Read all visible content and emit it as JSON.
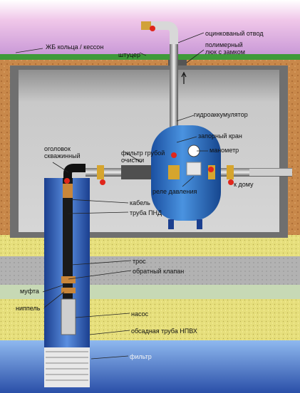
{
  "labels": {
    "caisson": "ЖБ кольца / кессон",
    "fitting": "штуцер",
    "galv_elbow": "оцинкованый отвод",
    "hatch": "полимерный люк с замком",
    "accumulator": "гидроаккумулятор",
    "shutoff": "запорный кран",
    "gauge": "манометр",
    "filter": "фильтр грубой очистки",
    "wellhead": "оголовок скважинный",
    "pressure_switch": "реле давления",
    "to_house": "к дому",
    "cable": "кабель",
    "pnd_pipe": "труба ПНД",
    "rope": "трос",
    "check_valve": "обратный клапан",
    "coupling": "муфта",
    "nipple": "ниппель",
    "pump": "насос",
    "casing": "обсадная труба НПВХ",
    "well_filter": "фильтр"
  },
  "colors": {
    "sky": "#d9a6d6",
    "grass": "#3f9a3a",
    "soil": "#c98a4a",
    "clay": "#a9a9a9",
    "sand": "#e4dd7a",
    "water": "#2d5db5",
    "tank": "#2f72c9"
  }
}
